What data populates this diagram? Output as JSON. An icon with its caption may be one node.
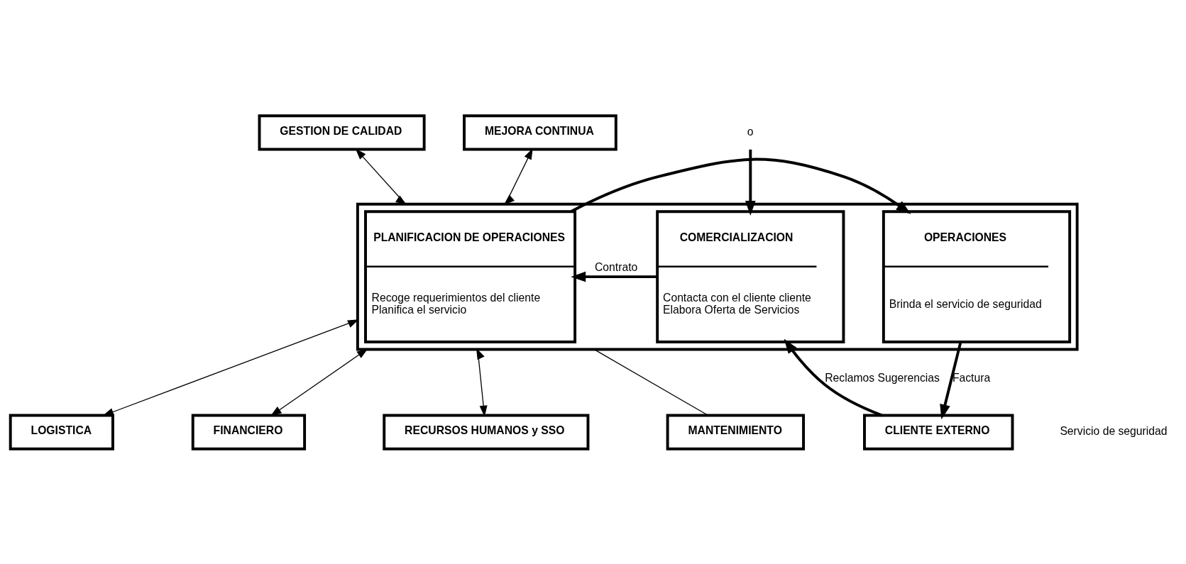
{
  "diagram": {
    "nodes": [
      {
        "text": [],
        "shape": "box"
      },
      {
        "text": [
          "GESTION DE CALIDAD"
        ]
      },
      {
        "text": [
          "MEJORA CONTINUA"
        ]
      },
      {
        "text": [
          "COMERCIALIZACION",
          "Contacta con el cliente cliente",
          "Elabora Oferta de Servicios"
        ],
        "in": 0
      },
      {
        "text": [
          "PLANIFICACION DE OPERACIONES",
          "Recoge requerimientos del cliente",
          "Planifica el servicio"
        ],
        "in": 0
      },
      {
        "text": [
          "OPERACIONES",
          "Brinda el servicio de seguridad"
        ],
        "in": 0
      },
      {
        "text": [
          "CLIENTE EXTERNO"
        ]
      },
      {
        "text": [
          "LOGISTICA"
        ]
      },
      {
        "text": [
          "FINANCIERO"
        ]
      },
      {
        "text": [
          "RECURSOS HUMANOS y SSO"
        ]
      },
      {
        "text": [
          "MANTENIMIENTO"
        ]
      },
      {
        "text": [
          "o"
        ]
      }
    ],
    "edges": [
      {
        "from": 1,
        "to": 0,
        "arrow": "both"
      },
      {
        "from": 2,
        "to": 0,
        "arrow": "both"
      },
      {
        "from": 11,
        "to": 3,
        "arrow": "to",
        "style": "thick"
      },
      {
        "from": 3,
        "to": 4,
        "arrow": "to",
        "label": "Contrato",
        "style": "thick"
      },
      {
        "from": 4,
        "to": 5,
        "arrow": "to",
        "style": "thick"
      },
      {
        "from": 5,
        "to": 6,
        "arrow": "to",
        "label": "Factura",
        "style": "thick"
      },
      {
        "from": 6,
        "to": 3,
        "arrow": "to",
        "label": "Reclamos Sugerencias",
        "style": "thick"
      },
      {
        "from": 0,
        "to": 7,
        "arrow": "both"
      },
      {
        "from": 0,
        "to": 8,
        "arrow": "both"
      },
      {
        "from": 0,
        "to": 9,
        "arrow": "both"
      },
      {
        "from": 0,
        "to": 10,
        "arrow": "none"
      }
    ],
    "labels": [
      "Servicio de seguridad"
    ]
  }
}
